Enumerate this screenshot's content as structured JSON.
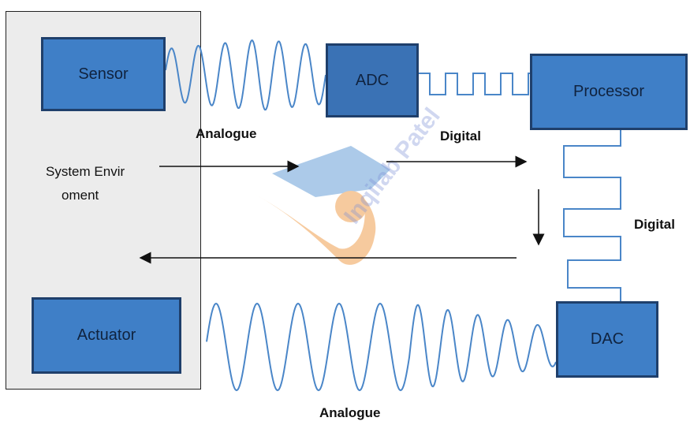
{
  "environment": {
    "label_line1": "System Envir",
    "label_line2": "oment"
  },
  "blocks": {
    "sensor": "Sensor",
    "adc": "ADC",
    "processor": "Processor",
    "dac": "DAC",
    "actuator": "Actuator"
  },
  "signals": {
    "analogue_top": "Analogue",
    "digital_top": "Digital",
    "digital_right": "Digital",
    "analogue_bottom": "Analogue"
  },
  "watermark": {
    "text": "Inqilab Patel"
  },
  "colors": {
    "block_fill": "#3f7fc7",
    "block_border": "#1f3f6b",
    "wave": "#4a86c8",
    "environment_fill": "#ececec"
  }
}
